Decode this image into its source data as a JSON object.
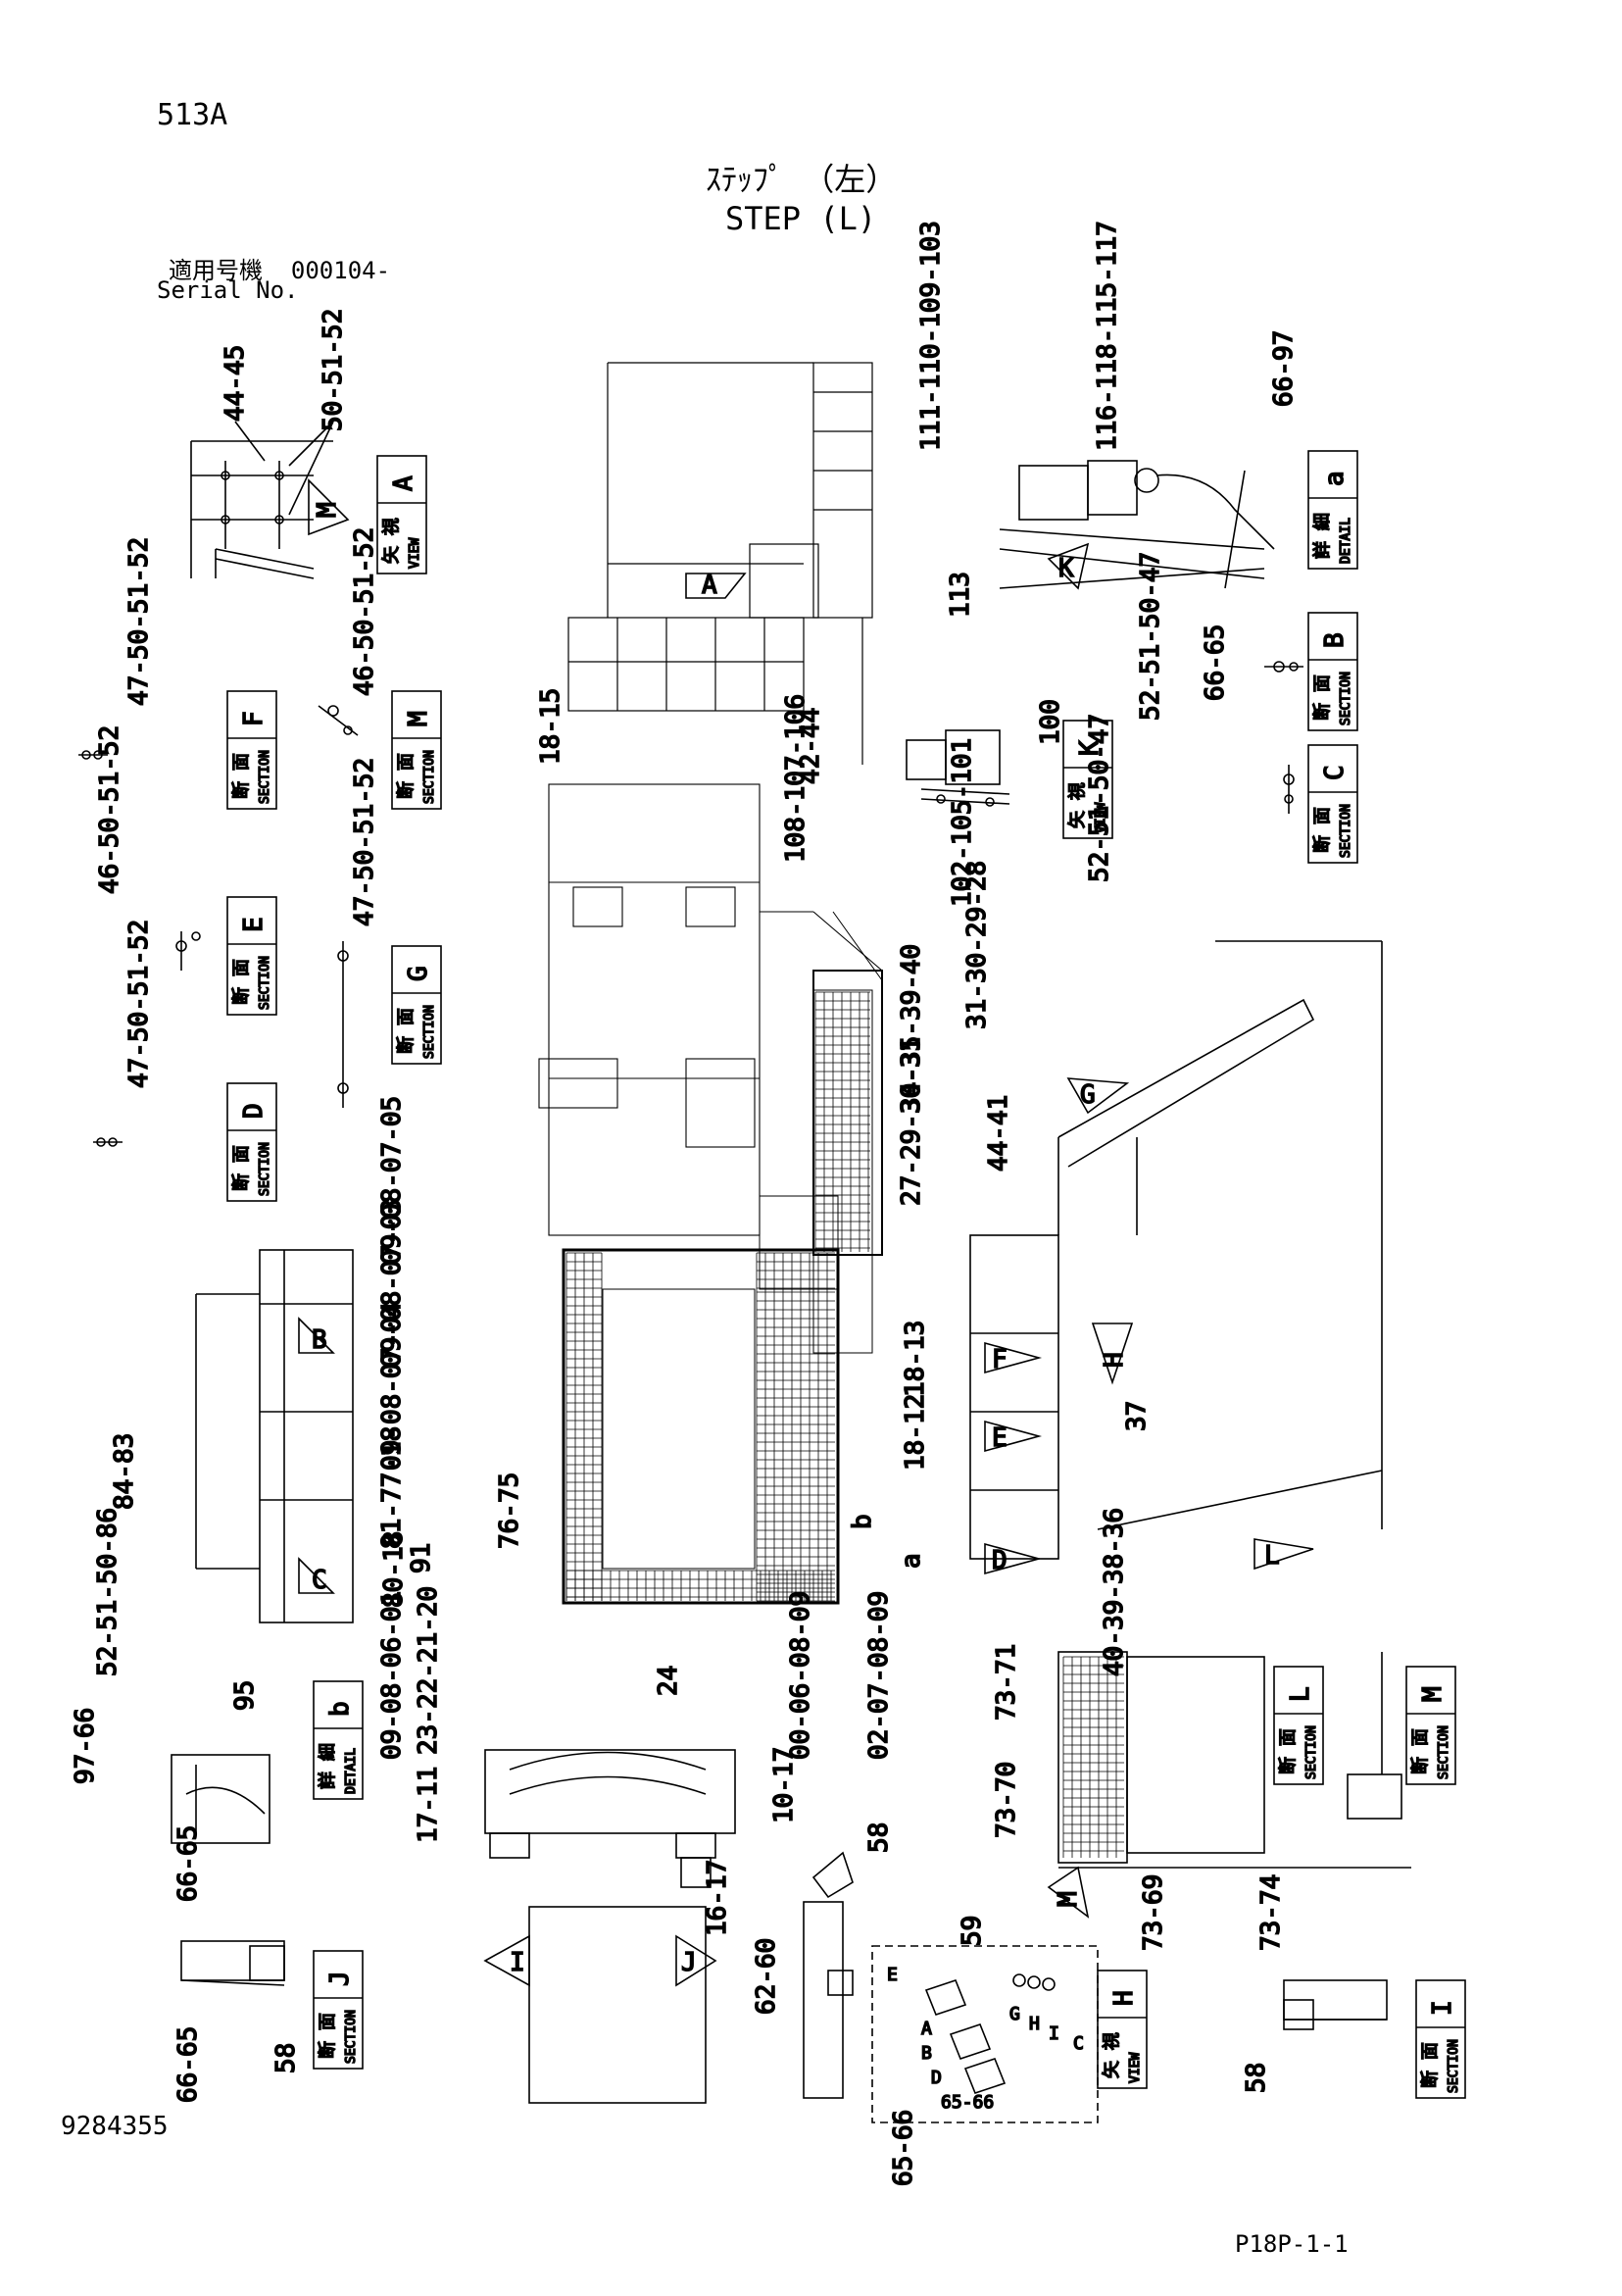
{
  "header": {
    "page_code": "513A",
    "title_jp": "ｽﾃｯﾌﾟ （左）",
    "title_en": "STEP (L)",
    "serial_label_jp": "適用号機",
    "serial_value": "000104-",
    "serial_label_en": "Serial No."
  },
  "footer": {
    "doc_id": "9284355",
    "page_ref": "P18P-1-1"
  },
  "view_labels": [
    {
      "jp": "矢 視",
      "en": "VIEW",
      "letter": "A"
    },
    {
      "jp": "詳 細",
      "en": "DETAIL",
      "letter": "a"
    },
    {
      "jp": "断 面",
      "en": "SECTION",
      "letter": "B"
    },
    {
      "jp": "断 面",
      "en": "SECTION",
      "letter": "F"
    },
    {
      "jp": "断 面",
      "en": "SECTION",
      "letter": "M"
    },
    {
      "jp": "矢 視",
      "en": "VIEW",
      "letter": "K"
    },
    {
      "jp": "断 面",
      "en": "SECTION",
      "letter": "C"
    },
    {
      "jp": "断 面",
      "en": "SECTION",
      "letter": "E"
    },
    {
      "jp": "断 面",
      "en": "SECTION",
      "letter": "G"
    },
    {
      "jp": "断 面",
      "en": "SECTION",
      "letter": "D"
    },
    {
      "jp": "詳 細",
      "en": "DETAIL",
      "letter": "b"
    },
    {
      "jp": "断 面",
      "en": "SECTION",
      "letter": "L"
    },
    {
      "jp": "断 面",
      "en": "SECTION",
      "letter": "M"
    },
    {
      "jp": "断 面",
      "en": "SECTION",
      "letter": "J"
    },
    {
      "jp": "矢 視",
      "en": "VIEW",
      "letter": "H"
    },
    {
      "jp": "断 面",
      "en": "SECTION",
      "letter": "I"
    }
  ],
  "callouts": [
    "44-45",
    "50-51-52",
    "111-110-109-103",
    "116-118-115-117",
    "66-97",
    "113",
    "66-65",
    "18-15",
    "42-44",
    "47-50-51-52",
    "46-50-51-52",
    "52-51-50-47",
    "108-107-106",
    "102-105-101",
    "100",
    "46-50-51-52",
    "47-50-51-52",
    "52-51-50-47",
    "31-30-29-28",
    "34-35-39-40",
    "44-41",
    "47-50-51-52",
    "27-29-30-31",
    "09-08-07-05",
    "09-08-07-03",
    "09-08-07-04",
    "84-83",
    "81-77-18",
    "76-75",
    "91",
    "80-18",
    "52-51-50-86",
    "18-13",
    "18-12",
    "37",
    "09-08-06-01",
    "00-06-08-09",
    "02-07-08-09",
    "40-39-38-36",
    "b",
    "a",
    "23-22-21-20",
    "24",
    "17-11",
    "10-17",
    "16-17",
    "58",
    "62-60",
    "59",
    "97-66",
    "95",
    "66-65",
    "66-65",
    "58",
    "73-71",
    "73-70",
    "73-69",
    "73-74",
    "F",
    "E",
    "G",
    "H",
    "I",
    "C",
    "A",
    "B",
    "D",
    "65-66",
    "58",
    "65-66"
  ],
  "view_arrows": [
    "A",
    "M",
    "K",
    "G",
    "H",
    "F",
    "E",
    "D",
    "L",
    "B",
    "C",
    "I",
    "J",
    "M"
  ]
}
